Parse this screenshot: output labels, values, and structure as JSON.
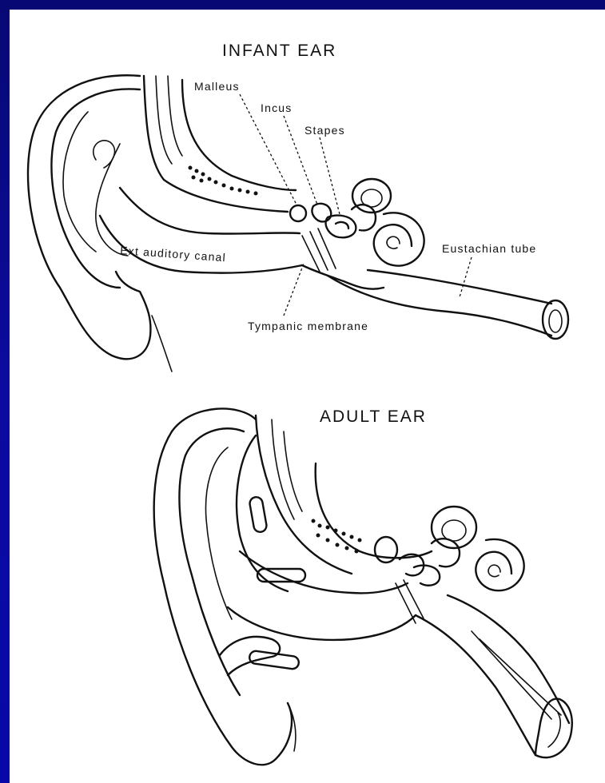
{
  "colors": {
    "background": "#0a0a8c",
    "panel": "#ffffff",
    "ink": "#111111"
  },
  "infant": {
    "title": "INFANT EAR",
    "labels": {
      "malleus": "Malleus",
      "incus": "Incus",
      "stapes": "Stapes",
      "canal": "Ext auditory canal",
      "eustachian": "Eustachian tube",
      "tympanic": "Tympanic membrane"
    }
  },
  "adult": {
    "title": "ADULT EAR"
  }
}
